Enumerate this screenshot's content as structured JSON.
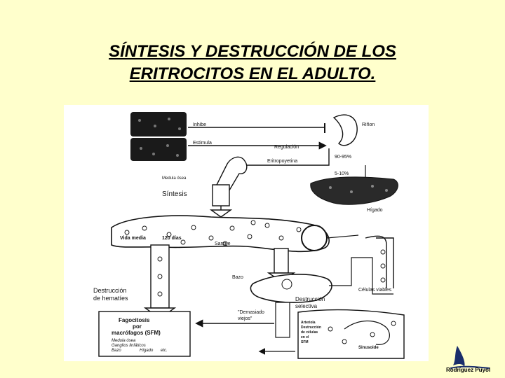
{
  "slide": {
    "title_line1": "SÍNTESIS Y DESTRUCCIÓN DE LOS",
    "title_line2": "ERITROCITOS EN EL ADULTO.",
    "credit": "Rodríguez Puyol"
  },
  "diagram": {
    "inhibe": "Inhibe",
    "estimula": "Estimula",
    "rinon": "Riñon",
    "regulacion": "Regulación",
    "pct_90_95": "90-95%",
    "eritropoyetina": "Eritropoyetina",
    "pct_5_10": "5-10%",
    "medula_osea": "Medula ósea",
    "higado": "Hígado",
    "sintesis": "Síntesis",
    "vida_media": "Vida media",
    "dias_120": "120 días",
    "sangre": "Sangre",
    "bazo": "Bazo",
    "destruccion_hematies_1": "Destrucción",
    "destruccion_hematies_2": "de hematíes",
    "celulas_viables": "Células viables",
    "destruccion_selectiva_1": "Destrucción",
    "destruccion_selectiva_2": "selectiva",
    "demasiado_viejos_1": "\"Demasiado",
    "demasiado_viejos_2": "viejos\"",
    "fago_1": "Fagocitosis",
    "fago_2": "por",
    "fago_3": "macrófagos (SFM)",
    "organ_1": "Medula ósea",
    "organ_2": "Ganglios linfáticos",
    "organ_3": "Bazo",
    "organ_4": "Hígado",
    "organ_5": "etc.",
    "arteriola_1": "Arteriola",
    "arteriola_2": "Destrucción",
    "arteriola_3": "de células",
    "arteriola_4": "en el",
    "arteriola_5": "SFM",
    "sinusoide": "Sinusoide"
  }
}
